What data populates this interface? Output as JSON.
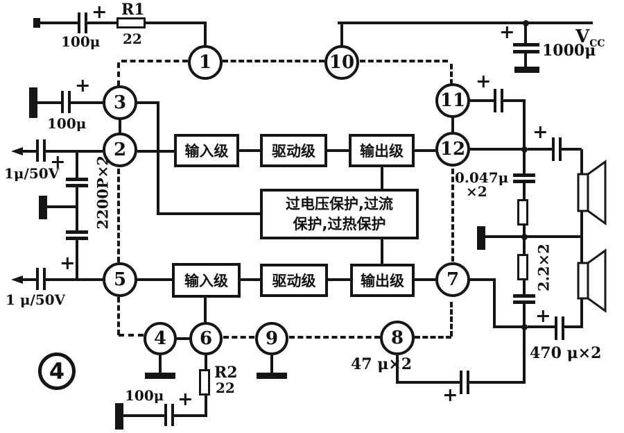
{
  "figure": {
    "number": "4"
  },
  "symbols": {
    "plus": "+"
  },
  "power": {
    "v": "V",
    "sub": "CC",
    "cap": "1000μ"
  },
  "pins": {
    "p1": "1",
    "p2": "2",
    "p3": "3",
    "p4": "4",
    "p5": "5",
    "p6": "6",
    "p7": "7",
    "p8": "8",
    "p9": "9",
    "p10": "10",
    "p11": "11",
    "p12": "12"
  },
  "stages": {
    "input": "输入级",
    "driver": "驱动级",
    "output": "输出级"
  },
  "protection": {
    "line1": "过电压保护,过流",
    "line2": "保护,过热保护"
  },
  "parts": {
    "r1": "R1",
    "r1_val": "22",
    "r2": "R2",
    "r2_val": "22",
    "c_100u": "100μ",
    "c_in_top": "1μ/50V",
    "c_in_bottom": "1 μ/50V",
    "c_2200p": "2200P×2",
    "c_zobel": "0.047μ",
    "c_zobel_mult": "×2",
    "r_zobel": "2.2×2",
    "c_boot": "47 μ×2",
    "c_out": "470 μ×2"
  }
}
